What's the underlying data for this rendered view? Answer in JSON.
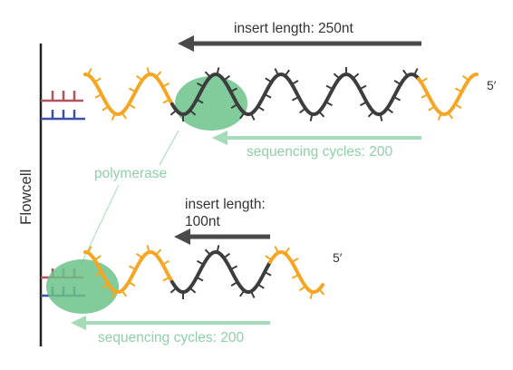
{
  "axis": {
    "label": "Flowcell"
  },
  "top": {
    "insert_label": "insert length: 250nt",
    "cycles_label": "sequencing cycles: 200",
    "five_prime": "5′"
  },
  "bottom": {
    "insert_label_line1": "insert length:",
    "insert_label_line2": "100nt",
    "cycles_label": "sequencing cycles: 200",
    "five_prime": "5′"
  },
  "polymerase_label": "polymerase",
  "colors": {
    "adapter_orange": "#f5a623",
    "insert_dark": "#3d3d3d",
    "polymerase_green": "#6cc28a",
    "cycles_text_green": "#8fd0a8",
    "arrow_dark": "#4a4a4a",
    "primer_red": "#b5525a",
    "primer_blue": "#3d4fa8"
  }
}
